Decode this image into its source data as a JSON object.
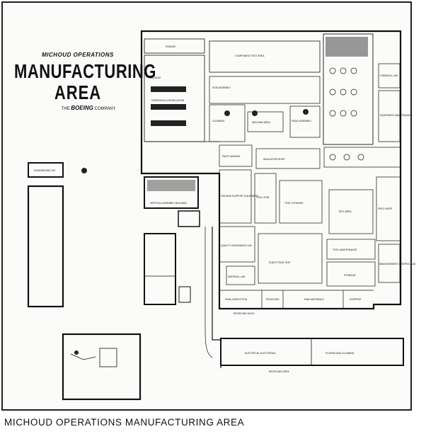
{
  "header": {
    "eyebrow": "MICHOUD OPERATIONS",
    "title_line1": "MANUFACTURING",
    "title_line2": "AREA",
    "byline_prefix": "THE",
    "byline_brand": "BOEING",
    "byline_suffix": "COMPANY"
  },
  "caption": "MICHOUD OPERATIONS MANUFACTURING AREA",
  "colors": {
    "ink": "#111111",
    "paper": "#fbfbf9",
    "shade": "#555555",
    "frame": "#222222"
  },
  "labels": {
    "engage": "ENGAGE",
    "component_test": "COMPONENT TEST AREA",
    "salvage": "SALVAGE",
    "horizontal_install": "HORIZONTAL INSTALLATION",
    "sub_assembly": "SUB-ASSEMBLY",
    "cleaning": "CLEANING",
    "chemical_lab": "CHEMICAL LAB",
    "equipment_maintenance": "EQUIPMENT MAINTENANCE",
    "ground_support": "GROUND SUPPORT EQUIPMENT",
    "tool_storage": "TOOL STORAGE",
    "tool_crib": "TOOL CRIB",
    "tool_maintenance": "TOOL MAINTENANCE",
    "storage": "STORAGE",
    "sub_fitting_test": "SUB-FITTING TEST",
    "final_inspection": "FINAL INSPECTION",
    "receiving": "RECEIVING",
    "raw_materials": "RAW MATERIALS",
    "shipping": "SHIPPING",
    "receiving_dock": "RECEIVING DOCK",
    "electrical_electronic": "ELECTRICAL-ELECTRONIC",
    "plating_cleaning": "PLATING AND CLEANING",
    "insulation_shop": "INSULATION SHOP",
    "paint_hangar": "PAINT HANGAR",
    "vertical_assembly": "VERTICAL ASSEMBLY BUILDING",
    "engineering_office": "ENGINEERING SIX",
    "quality_lab": "QUALITY ASSURANCE LAB",
    "measurement_control": "MEASUREMENT CONTROL LAB",
    "material_lab": "MATERIAL LAB",
    "final_assembly": "FINAL ASSEMBLY",
    "welding_area": "WELDING AREA",
    "field_shop": "FIELD SHOP",
    "test_area": "TEST AREA",
    "dock_area": "RECEIVING AREA"
  }
}
